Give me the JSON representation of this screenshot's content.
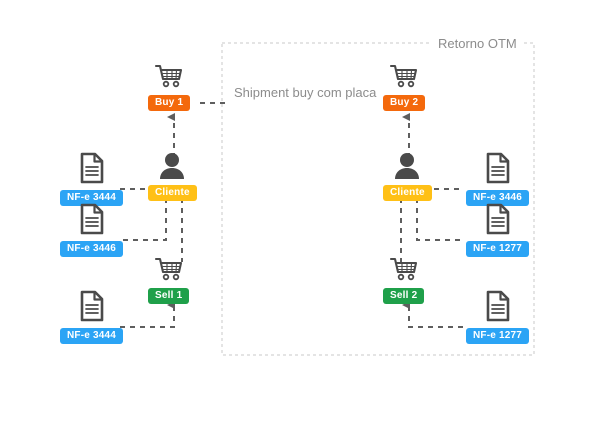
{
  "diagram": {
    "title": "Retorno OTM",
    "inner_label": "Shipment buy com placa",
    "colors": {
      "buy": "#F4690C",
      "cliente": "#FFC016",
      "sell": "#1FA04A",
      "nfe": "#2BA4F5",
      "icon_gray": "#4a4a4a",
      "line_gray": "#7d7d7d",
      "box_gray": "#c9c9c9",
      "text_gray": "#8c8c8c"
    },
    "left_group": {
      "buy": {
        "label": "Buy 1",
        "icon": "shopping-cart-icon"
      },
      "cliente": {
        "label": "Cliente",
        "icon": "person-icon"
      },
      "sell": {
        "label": "Sell 1",
        "icon": "shopping-cart-icon"
      },
      "documents": [
        {
          "label": "NF-e 3444",
          "icon": "document-icon"
        },
        {
          "label": "NF-e 3446",
          "icon": "document-icon"
        },
        {
          "label": "NF-e 3444",
          "icon": "document-icon"
        }
      ]
    },
    "right_group": {
      "buy": {
        "label": "Buy 2",
        "icon": "shopping-cart-icon"
      },
      "cliente": {
        "label": "Cliente",
        "icon": "person-icon"
      },
      "sell": {
        "label": "Sell 2",
        "icon": "shopping-cart-icon"
      },
      "documents": [
        {
          "label": "NF-e 3446",
          "icon": "document-icon"
        },
        {
          "label": "NF-e 1277",
          "icon": "document-icon"
        },
        {
          "label": "NF-e 1277",
          "icon": "document-icon"
        }
      ]
    }
  }
}
